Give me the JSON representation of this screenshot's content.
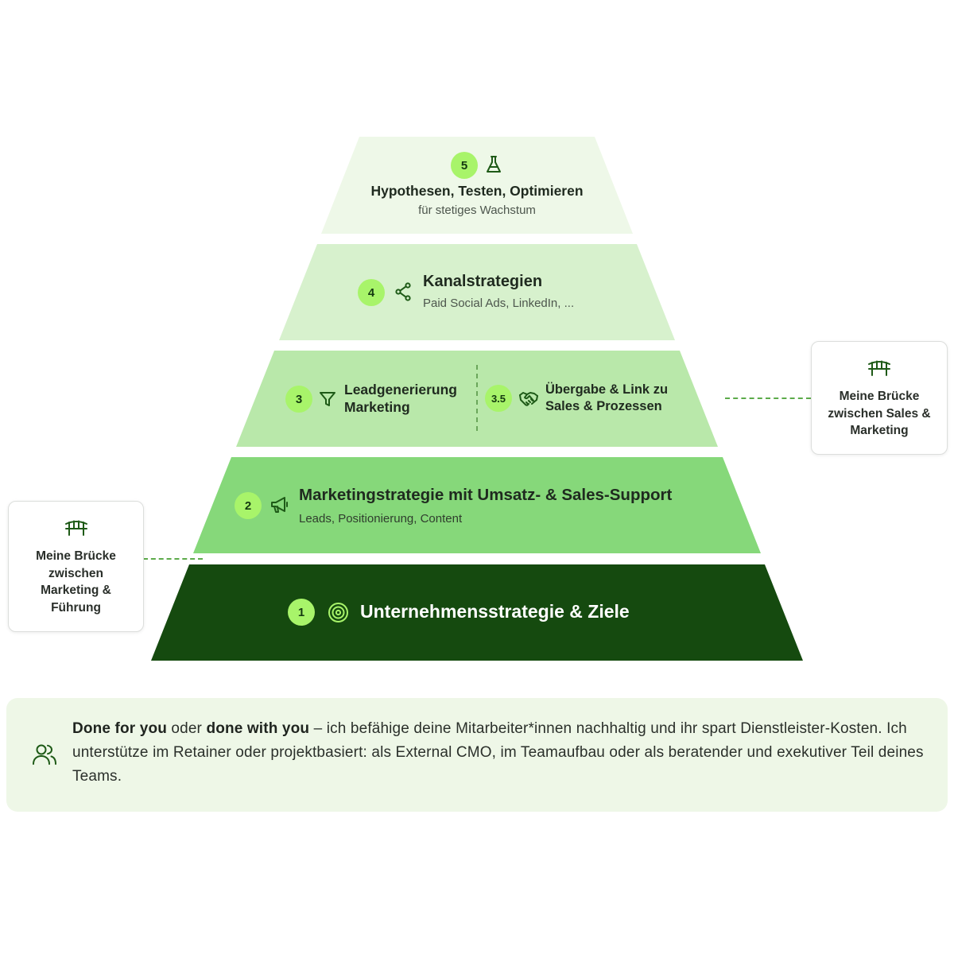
{
  "colors": {
    "tier5": "#eef8e8",
    "tier4": "#d7f1cd",
    "tier3": "#b9e8aa",
    "tier2": "#86d87a",
    "tier1": "#154a0f",
    "badge": "#a8f46a",
    "accent": "#1e5a17",
    "panel": "#eef7e7"
  },
  "pyramid": {
    "tier5": {
      "number": "5",
      "icon": "flask-icon",
      "title": "Hypothesen, Testen, Optimieren",
      "subtitle": "für stetiges Wachstum"
    },
    "tier4": {
      "number": "4",
      "icon": "share-nodes-icon",
      "title": "Kanalstrategien",
      "subtitle": "Paid Social Ads, LinkedIn, ..."
    },
    "tier3": {
      "left": {
        "number": "3",
        "icon": "funnel-icon",
        "title_line1": "Leadgenerierung",
        "title_line2": "Marketing"
      },
      "right": {
        "number": "3.5",
        "icon": "handshake-icon",
        "title_line1": "Übergabe & Link zu",
        "title_line2": "Sales & Prozessen"
      }
    },
    "tier2": {
      "number": "2",
      "icon": "megaphone-icon",
      "title": "Marketingstrategie mit Umsatz- & Sales-Support",
      "subtitle": "Leads, Positionierung, Content"
    },
    "tier1": {
      "number": "1",
      "icon": "target-icon",
      "title": "Unternehmensstrategie & Ziele"
    }
  },
  "callouts": {
    "sales_bridge": {
      "icon": "bridge-icon",
      "line1": "Meine Brücke",
      "line2": "zwischen Sales &",
      "line3": "Marketing"
    },
    "leadership_bridge": {
      "icon": "bridge-icon",
      "line1": "Meine Brücke",
      "line2": "zwischen",
      "line3": "Marketing &",
      "line4": "Führung"
    }
  },
  "info": {
    "icon": "team-icon",
    "bold1": "Done for you",
    "text1": " oder ",
    "bold2": "done with you",
    "text2": " – ich befähige deine Mitarbeiter*innen nachhaltig und ihr spart Dienstleister-Kosten. Ich unterstütze im Retainer oder projektbasiert: als External CMO, im Teamaufbau oder als beratender und exekutiver Teil deines Teams."
  }
}
